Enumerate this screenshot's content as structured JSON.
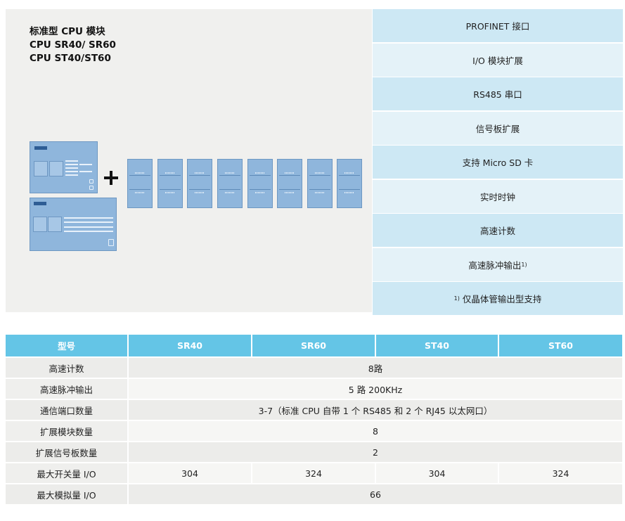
{
  "title": {
    "line1": "标准型 CPU 模块",
    "line2": "CPU SR40/ SR60",
    "line3": "CPU ST40/ST60"
  },
  "features": [
    {
      "label": "PROFINET 接口"
    },
    {
      "label": "I/O 模块扩展"
    },
    {
      "label": "RS485 串口"
    },
    {
      "label": "信号板扩展"
    },
    {
      "label": "支持 Micro SD 卡"
    },
    {
      "label": "实时时钟"
    },
    {
      "label": "高速计数"
    },
    {
      "label": "高速脉冲输出",
      "sup": "1)"
    },
    {
      "label": "仅晶体管输出型支持",
      "prefix": "1)"
    }
  ],
  "table": {
    "headers": [
      "型号",
      "SR40",
      "SR60",
      "ST40",
      "ST60"
    ],
    "rows": [
      {
        "label": "高速计数",
        "merged": "8路"
      },
      {
        "label": "高速脉冲输出",
        "merged": "5 路 200KHz"
      },
      {
        "label": "通信端口数量",
        "merged": "3-7（标准 CPU 自带 1 个 RS485 和 2 个 RJ45 以太网口）"
      },
      {
        "label": "扩展模块数量",
        "merged": "8"
      },
      {
        "label": "扩展信号板数量",
        "merged": "2"
      },
      {
        "label": "最大开关量 I/O",
        "values": [
          "304",
          "324",
          "304",
          "324"
        ]
      },
      {
        "label": "最大模拟量 I/O",
        "merged": "66"
      }
    ]
  },
  "colors": {
    "header_bg": "#64c5e6",
    "feature_odd": "#cde8f4",
    "feature_even": "#e4f2f8",
    "device": "#8fb6dc"
  }
}
